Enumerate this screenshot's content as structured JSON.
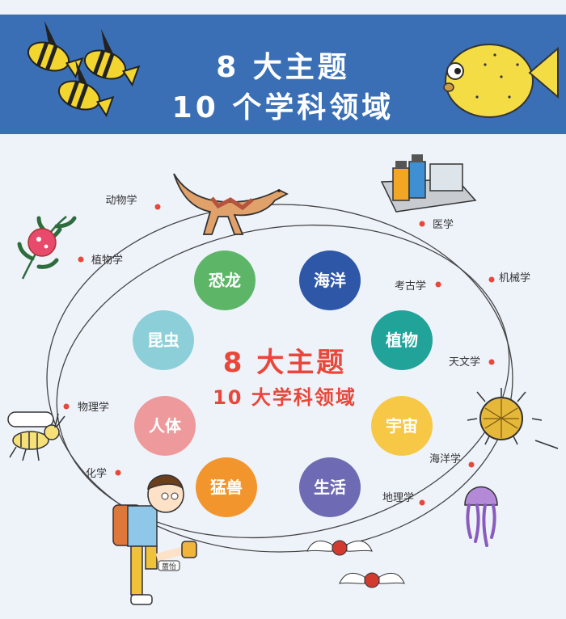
{
  "banner": {
    "line1": "8 大主题",
    "line2": "10 个学科领域",
    "bg_color": "#3a6fb5"
  },
  "center": {
    "line1": "8 大主题",
    "line2": "10 大学科领域",
    "color": "#e8473a"
  },
  "themes": [
    {
      "id": "dinosaur",
      "label": "恐龙",
      "color": "#5db668"
    },
    {
      "id": "ocean",
      "label": "海洋",
      "color": "#2e57a8"
    },
    {
      "id": "insect",
      "label": "昆虫",
      "color": "#8ccfd9"
    },
    {
      "id": "plant",
      "label": "植物",
      "color": "#21a39a"
    },
    {
      "id": "human",
      "label": "人体",
      "color": "#ee9a9d"
    },
    {
      "id": "universe",
      "label": "宇宙",
      "color": "#f7c845"
    },
    {
      "id": "beast",
      "label": "猛兽",
      "color": "#f2952d"
    },
    {
      "id": "life",
      "label": "生活",
      "color": "#6e6ab3"
    }
  ],
  "fields": [
    {
      "id": "zoology",
      "label": "动物学"
    },
    {
      "id": "botany",
      "label": "植物学"
    },
    {
      "id": "physics",
      "label": "物理学"
    },
    {
      "id": "chemistry",
      "label": "化学"
    },
    {
      "id": "medicine",
      "label": "医学"
    },
    {
      "id": "mechanics",
      "label": "机械学"
    },
    {
      "id": "archaeology",
      "label": "考古学"
    },
    {
      "id": "astronomy",
      "label": "天文学"
    },
    {
      "id": "oceanography",
      "label": "海洋学"
    },
    {
      "id": "geography",
      "label": "地理学"
    }
  ],
  "character_tag": "蔷怡",
  "icons": [
    "fish-icon",
    "pufferfish-icon",
    "dinosaur-icon",
    "medicine-bottles-icon",
    "plant-icon",
    "insect-icon",
    "boy-character-icon",
    "virus-icon",
    "jellyfish-icon",
    "pinecone-icon"
  ]
}
